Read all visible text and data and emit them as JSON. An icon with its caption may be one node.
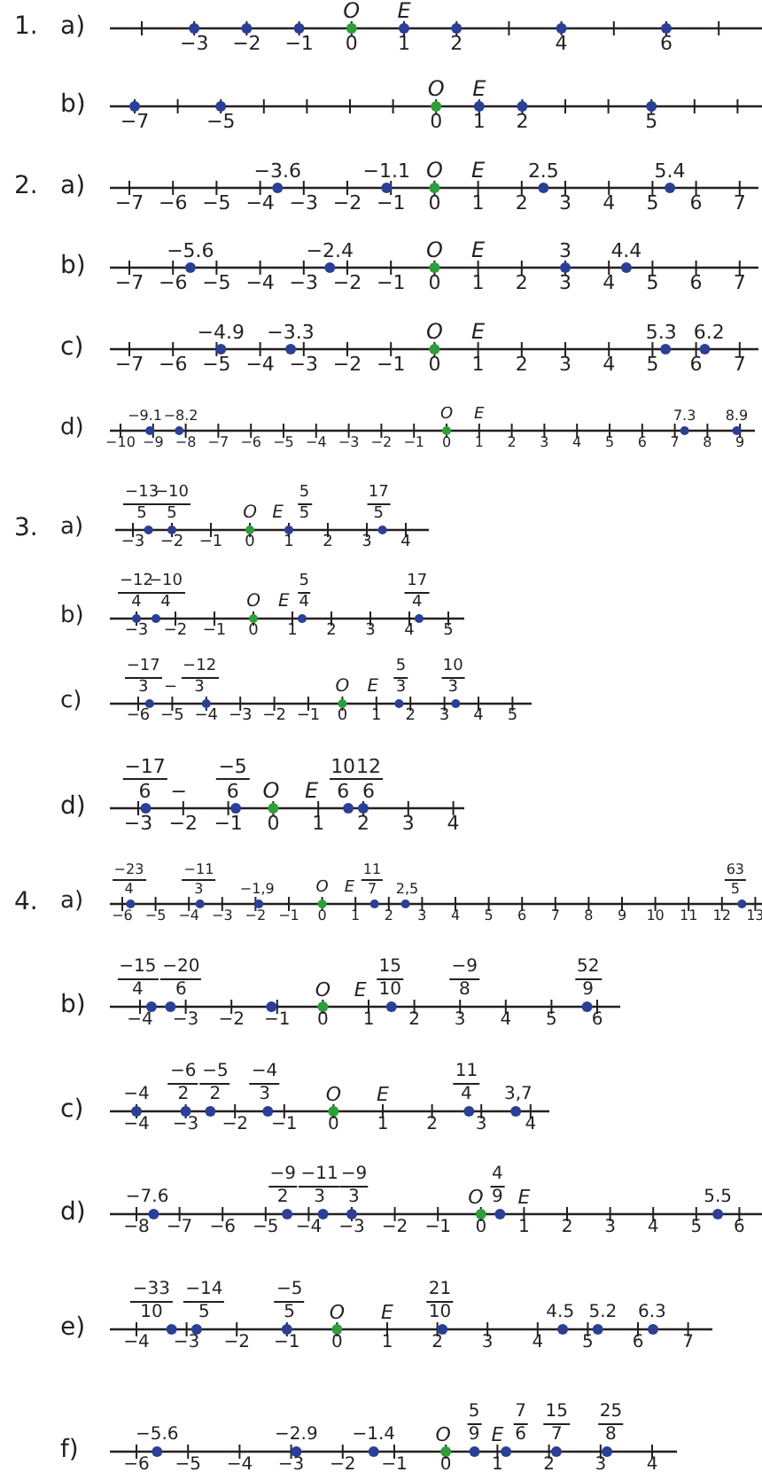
{
  "diagram": {
    "labels": [
      "1.",
      "a)",
      "O",
      "E",
      "−3",
      "−2",
      "−1",
      "0",
      "1",
      "2",
      "4",
      "6",
      "b)",
      "O",
      "E",
      "−7",
      "−5",
      "0",
      "1",
      "2",
      "5",
      "2.",
      "a)",
      "−3.6",
      "−1.1",
      "O",
      "E",
      "2.5",
      "5.4",
      "−7",
      "−6",
      "−5",
      "−4",
      "−3",
      "−2",
      "−1",
      "0",
      "1",
      "2",
      "3",
      "4",
      "5",
      "6",
      "7",
      "b)",
      "−5.6",
      "−2.4",
      "O",
      "E",
      "3",
      "4.4",
      "−7",
      "−6",
      "−5",
      "−4",
      "−3",
      "−2",
      "−1",
      "0",
      "1",
      "2",
      "3",
      "4",
      "5",
      "6",
      "7",
      "c)",
      "−4.9",
      "−3.3",
      "O",
      "E",
      "5.3",
      "6.2",
      "−7",
      "−6",
      "−5",
      "−4",
      "−3",
      "−2",
      "−1",
      "0",
      "1",
      "2",
      "3",
      "4",
      "5",
      "6",
      "7",
      "d)",
      "−9.1",
      "−8.2",
      "O",
      "E",
      "7.3",
      "8.9",
      "−10",
      "−9",
      "−8",
      "−7",
      "−6",
      "−5",
      "−4",
      "−3",
      "−2",
      "−1",
      "0",
      "1",
      "2",
      "3",
      "4",
      "5",
      "6",
      "7",
      "8",
      "9",
      "3.",
      "a)",
      "−13",
      "5",
      "−10",
      "5",
      "O",
      "E",
      "5",
      "5",
      "17",
      "5",
      "−3",
      "−2",
      "−1",
      "0",
      "1",
      "2",
      "3",
      "4",
      "b)",
      "−12",
      "4",
      "−10",
      "4",
      "O",
      "E",
      "5",
      "4",
      "17",
      "4",
      "−3",
      "−2",
      "−1",
      "0",
      "1",
      "2",
      "3",
      "4",
      "5",
      "c)",
      "−17",
      "3",
      "−",
      "−12",
      "3",
      "O",
      "E",
      "5",
      "3",
      "10",
      "3",
      "−6",
      "−5",
      "−4",
      "−3",
      "−2",
      "−1",
      "0",
      "1",
      "2",
      "3",
      "4",
      "5",
      "d)",
      "−17",
      "6",
      "−",
      "−5",
      "6",
      "O",
      "E",
      "10",
      "6",
      "12",
      "6",
      "−3",
      "−2",
      "−1",
      "0",
      "1",
      "2",
      "3",
      "4",
      "4.",
      "a)",
      "−23",
      "4",
      "−11",
      "3",
      "−1,9",
      "O",
      "E",
      "11",
      "7",
      "2,5",
      "63",
      "5",
      "−6",
      "−5",
      "−4",
      "−3",
      "−2",
      "−1",
      "0",
      "1",
      "2",
      "3",
      "4",
      "5",
      "6",
      "7",
      "8",
      "9",
      "10",
      "11",
      "12",
      "13",
      "b)",
      "−15",
      "4",
      "−20",
      "6",
      "O",
      "E",
      "15",
      "10",
      "−9",
      "8",
      "52",
      "9",
      "−4",
      "−3",
      "−2",
      "−1",
      "0",
      "1",
      "2",
      "3",
      "4",
      "5",
      "6",
      "c)",
      "−4",
      "−6",
      "2",
      "−5",
      "2",
      "−4",
      "3",
      "O",
      "E",
      "11",
      "4",
      "3,7",
      "−4",
      "−3",
      "−2",
      "−1",
      "0",
      "1",
      "2",
      "3",
      "4",
      "d)",
      "−7.6",
      "−9",
      "2",
      "−11",
      "3",
      "−9",
      "3",
      "O",
      "4",
      "9",
      "E",
      "5.5",
      "−8",
      "−7",
      "−6",
      "−5",
      "−4",
      "−3",
      "−2",
      "−1",
      "0",
      "1",
      "2",
      "3",
      "4",
      "5",
      "6",
      "e)",
      "−33",
      "10",
      "−14",
      "5",
      "−5",
      "5",
      "O",
      "E",
      "21",
      "10",
      "4.5",
      "5.2",
      "6.3",
      "−4",
      "−3",
      "−2",
      "−1",
      "0",
      "1",
      "2",
      "3",
      "4",
      "5",
      "6",
      "7",
      "f)",
      "−5.6",
      "−2.9",
      "−1.4",
      "O",
      "5",
      "9",
      "E",
      "7",
      "6",
      "15",
      "7",
      "25",
      "8",
      "−6",
      "−5",
      "−4",
      "−3",
      "−2",
      "−1",
      "0",
      "1",
      "2",
      "3",
      "4"
    ]
  }
}
